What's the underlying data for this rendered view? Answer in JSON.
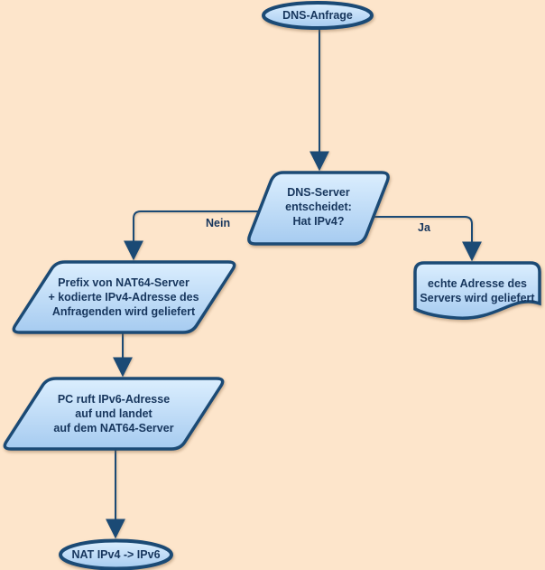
{
  "theme": {
    "background": "#fde5cb",
    "shape_fill_top": "#dbeefe",
    "shape_fill_bottom": "#a6cbf0",
    "shape_border": "#1b4a75",
    "connector": "#1b4a75",
    "text_color": "#17365d"
  },
  "nodes": {
    "start": {
      "type": "terminator",
      "label": "DNS-Anfrage"
    },
    "decision": {
      "type": "decision",
      "lines": [
        "DNS-Server",
        "entscheidet:",
        "Hat IPv4?"
      ]
    },
    "prefix_delivered": {
      "type": "process",
      "lines": [
        "Prefix von NAT64-Server",
        "+ kodierte IPv4-Adresse des",
        "Anfragenden wird geliefert"
      ]
    },
    "real_address": {
      "type": "document",
      "lines": [
        "echte Adresse des",
        "Servers wird geliefert"
      ]
    },
    "pc_calls": {
      "type": "process",
      "lines": [
        "PC ruft IPv6-Adresse",
        "auf und landet",
        "auf dem NAT64-Server"
      ]
    },
    "end": {
      "type": "terminator",
      "label": "NAT IPv4 -> IPv6"
    }
  },
  "edges": {
    "no_label": "Nein",
    "yes_label": "Ja"
  }
}
